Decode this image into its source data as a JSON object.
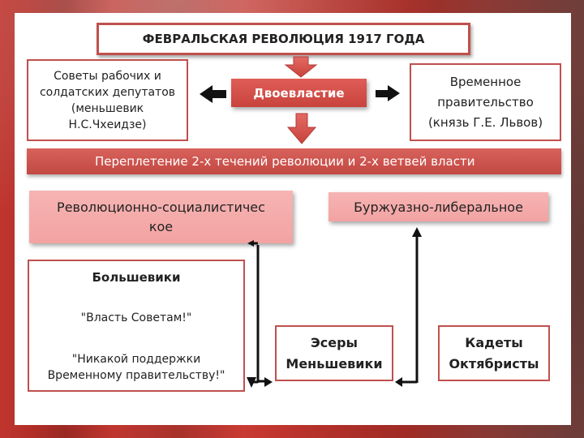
{
  "title": "ФЕВРАЛЬСКАЯ РЕВОЛЮЦИЯ 1917 ГОДА",
  "left_box": [
    "Советы рабочих и",
    "солдатских депутатов",
    "(меньшевик",
    "Н.С.Чхеидзе)"
  ],
  "center_box": "Двоевластие",
  "right_box": [
    "Временное",
    "правительство",
    "(князь Г.Е. Львов)"
  ],
  "band": "Переплетение 2-х течений революции и 2-х ветвей власти",
  "revolutionary": [
    "Революционно-социалистичес",
    "кое"
  ],
  "liberal": "Буржуазно-либеральное",
  "bolsheviks": {
    "heading": "Большевики",
    "slogan1": "\"Власть Советам!\"",
    "slogan2": [
      "\"Никакой поддержки",
      "Временному правительству!\""
    ]
  },
  "sr_mensheviks": [
    "Эсеры",
    "Меньшевики"
  ],
  "cadets": [
    "Кадеты",
    "Октябристы"
  ],
  "colors": {
    "accent_red": "#c0504d",
    "pink_fill": "#f2a3a2",
    "band_red": "#cf5650"
  }
}
